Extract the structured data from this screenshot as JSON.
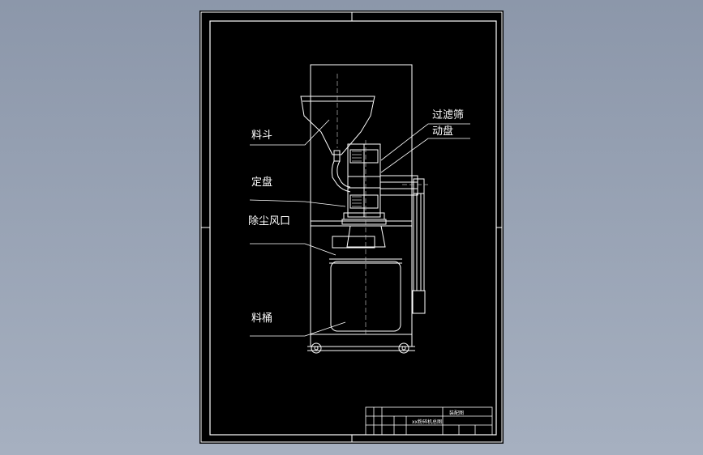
{
  "labels": {
    "hopper": "料斗",
    "filter_screen": "过滤筛",
    "moving_disc": "动盘",
    "fixed_disc": "定盘",
    "dust_port": "除尘风口",
    "bucket": "料桶"
  },
  "title_block": {
    "drawing_title": "xx粉碎机总图",
    "caption": "装配图"
  },
  "colors": {
    "sheet": "#000000",
    "lines": "#ffffff",
    "gray_lines": "#b8b8b8",
    "background": "#98a3b4"
  }
}
